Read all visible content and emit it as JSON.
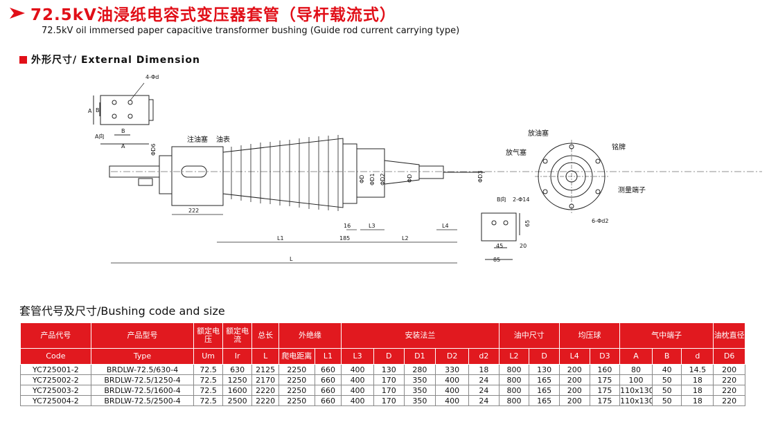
{
  "header": {
    "title_cn": "72.5kV油浸纸电容式变压器套管（导杆载流式）",
    "title_en": "72.5kV oil immersed paper capacitive transformer bushing (Guide rod current carrying type)"
  },
  "section": {
    "label": "外形尺寸/ External Dimension"
  },
  "drawing_labels": {
    "four_phi_d": "4-Φd",
    "A": "A",
    "B": "B",
    "A_view": "A向",
    "B_view": "B向",
    "phi_D6": "ΦD6",
    "oil_fill_plug": "注油塞",
    "oil_gauge": "油表",
    "dim_222": "222",
    "L1": "L1",
    "dim_185": "185",
    "L2": "L2",
    "L": "L",
    "dim_16": "16",
    "L3": "L3",
    "L4": "L4",
    "phi_D": "ΦD",
    "phi_D1": "ΦD1",
    "phi_D2": "ΦD2",
    "phi_D3": "ΦD3",
    "drain_plug": "放油塞",
    "vent_plug": "放气塞",
    "nameplate": "铭牌",
    "test_terminal": "测量端子",
    "six_phi_d2": "6-Φd2",
    "two_phi_14": "2-Φ14",
    "dim_65": "65",
    "dim_45": "45",
    "dim_20": "20",
    "dim_85": "85"
  },
  "table": {
    "title": "套管代号及尺寸/Bushing code and size",
    "group_headers": {
      "product_code": "产品代号",
      "product_type": "产品型号",
      "rated_voltage": "额定电压",
      "rated_current": "额定电流",
      "total_length": "总长",
      "external_insulation": "外绝缘",
      "mounting_flange": "安装法兰",
      "oil_side_size": "油中尺寸",
      "grading_ball": "均压球",
      "air_terminal": "气中端子",
      "conservator_diameter": "油枕直径"
    },
    "sub_headers": [
      "Code",
      "Type",
      "Um",
      "Ir",
      "L",
      "爬电距离",
      "L1",
      "L3",
      "D",
      "D1",
      "D2",
      "d2",
      "L2",
      "D",
      "L4",
      "D3",
      "A",
      "B",
      "d",
      "D6"
    ],
    "rows": [
      [
        "YC725001-2",
        "BRDLW-72.5/630-4",
        "72.5",
        "630",
        "2125",
        "2250",
        "660",
        "400",
        "130",
        "280",
        "330",
        "18",
        "800",
        "130",
        "200",
        "160",
        "80",
        "40",
        "14.5",
        "200"
      ],
      [
        "YC725002-2",
        "BRDLW-72.5/1250-4",
        "72.5",
        "1250",
        "2170",
        "2250",
        "660",
        "400",
        "170",
        "350",
        "400",
        "24",
        "800",
        "165",
        "200",
        "175",
        "100",
        "50",
        "18",
        "220"
      ],
      [
        "YC725003-2",
        "BRDLW-72.5/1600-4",
        "72.5",
        "1600",
        "2220",
        "2250",
        "660",
        "400",
        "170",
        "350",
        "400",
        "24",
        "800",
        "165",
        "200",
        "175",
        "110x130",
        "50",
        "18",
        "220"
      ],
      [
        "YC725004-2",
        "BRDLW-72.5/2500-4",
        "72.5",
        "2500",
        "2220",
        "2250",
        "660",
        "400",
        "170",
        "350",
        "400",
        "24",
        "800",
        "165",
        "200",
        "175",
        "110x130",
        "50",
        "18",
        "220"
      ]
    ]
  }
}
